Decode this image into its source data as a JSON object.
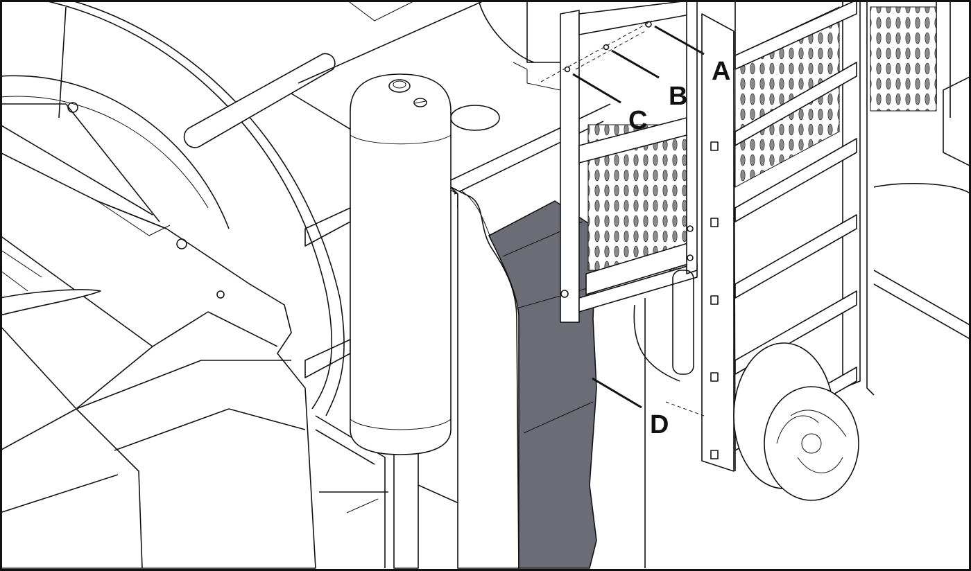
{
  "figure": {
    "callouts": [
      {
        "id": "A",
        "label": "A"
      },
      {
        "id": "B",
        "label": "B"
      },
      {
        "id": "C",
        "label": "C"
      },
      {
        "id": "D",
        "label": "D"
      }
    ],
    "colors": {
      "line": "#111111",
      "panel": "#6c6c76",
      "background": "#ffffff",
      "grate": "#8a8a8a"
    }
  }
}
